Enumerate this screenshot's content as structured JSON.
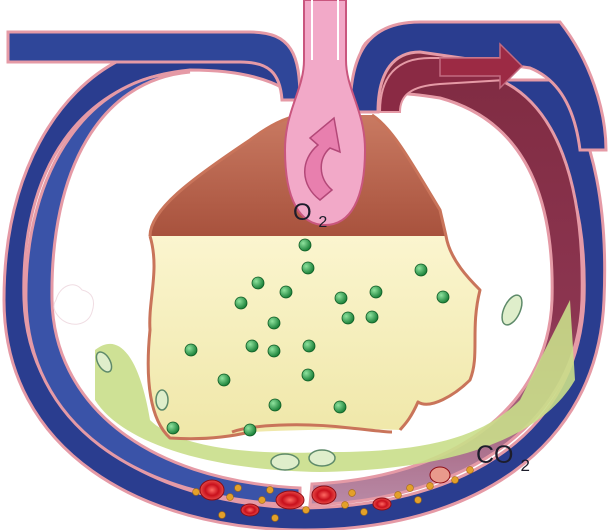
{
  "labels": {
    "o2": {
      "main": "O",
      "sub": "2"
    },
    "co2": {
      "main": "CO",
      "sub": "2"
    }
  },
  "colors": {
    "vessel_blue": "#2a3d8f",
    "vessel_blue_light": "#3f59b0",
    "vessel_outline": "#e59aa6",
    "artery_red": "#8a2a44",
    "arrow_red": "#9c2a44",
    "oxygen_pink": "#f2a9c8",
    "tissue_yellow": "#f4edba",
    "tissue_top": "#b9654e",
    "membrane": "#c9745a",
    "green_dot": "#1f9a43",
    "rbc_red": "#d8232a",
    "platelet": "#e3a02a",
    "connective_green": "#c9de8a"
  }
}
